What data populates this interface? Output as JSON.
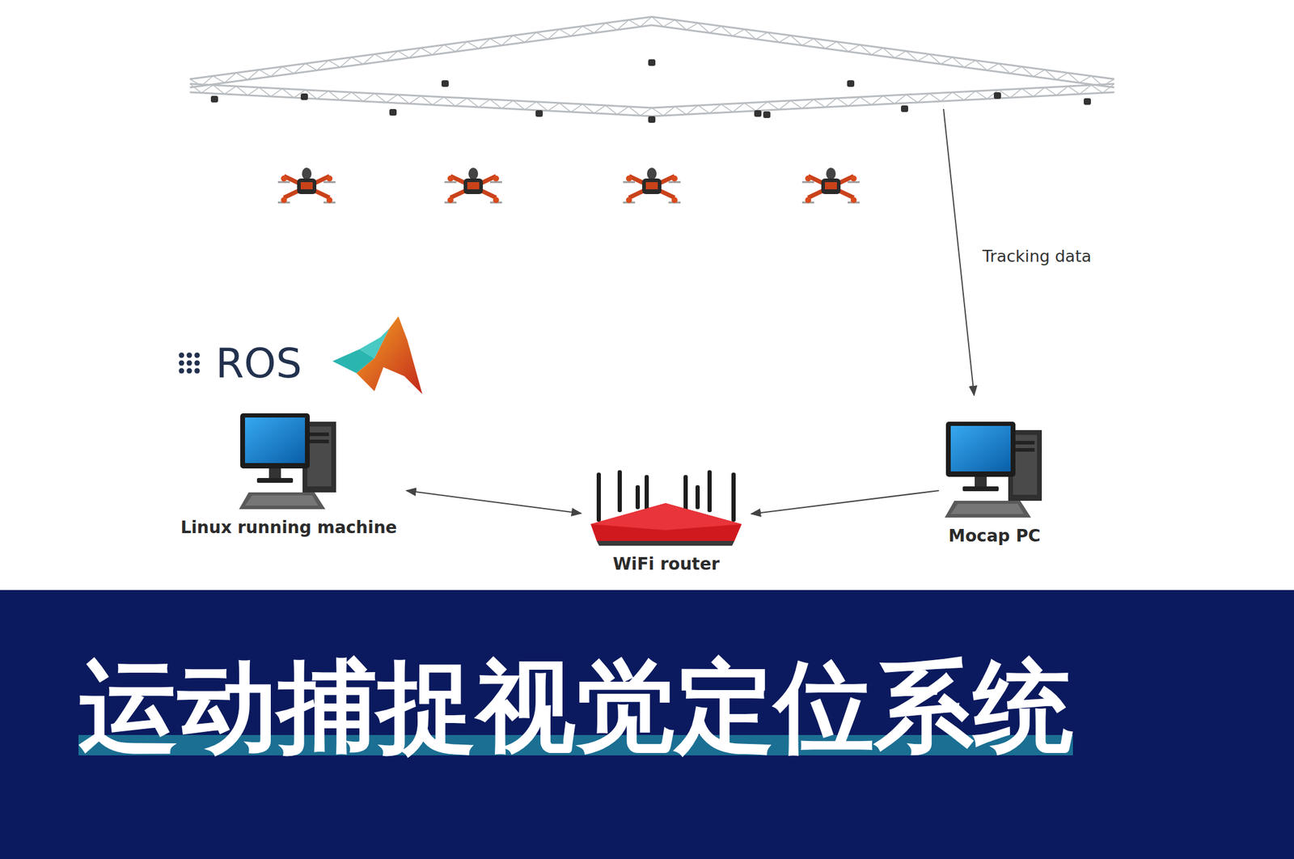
{
  "diagram": {
    "title": "运动捕捉视觉定位系统",
    "nodes": [
      {
        "text": [
          "Linux running machine"
        ]
      },
      {
        "text": [
          "WiFi router"
        ]
      },
      {
        "text": [
          "Mocap PC"
        ]
      }
    ],
    "edges": [
      {
        "from": 0,
        "to": 1,
        "arrow": "both"
      },
      {
        "from": 2,
        "to": 1,
        "arrow": "to"
      }
    ],
    "labels": [
      "Tracking data",
      "ROS"
    ]
  }
}
